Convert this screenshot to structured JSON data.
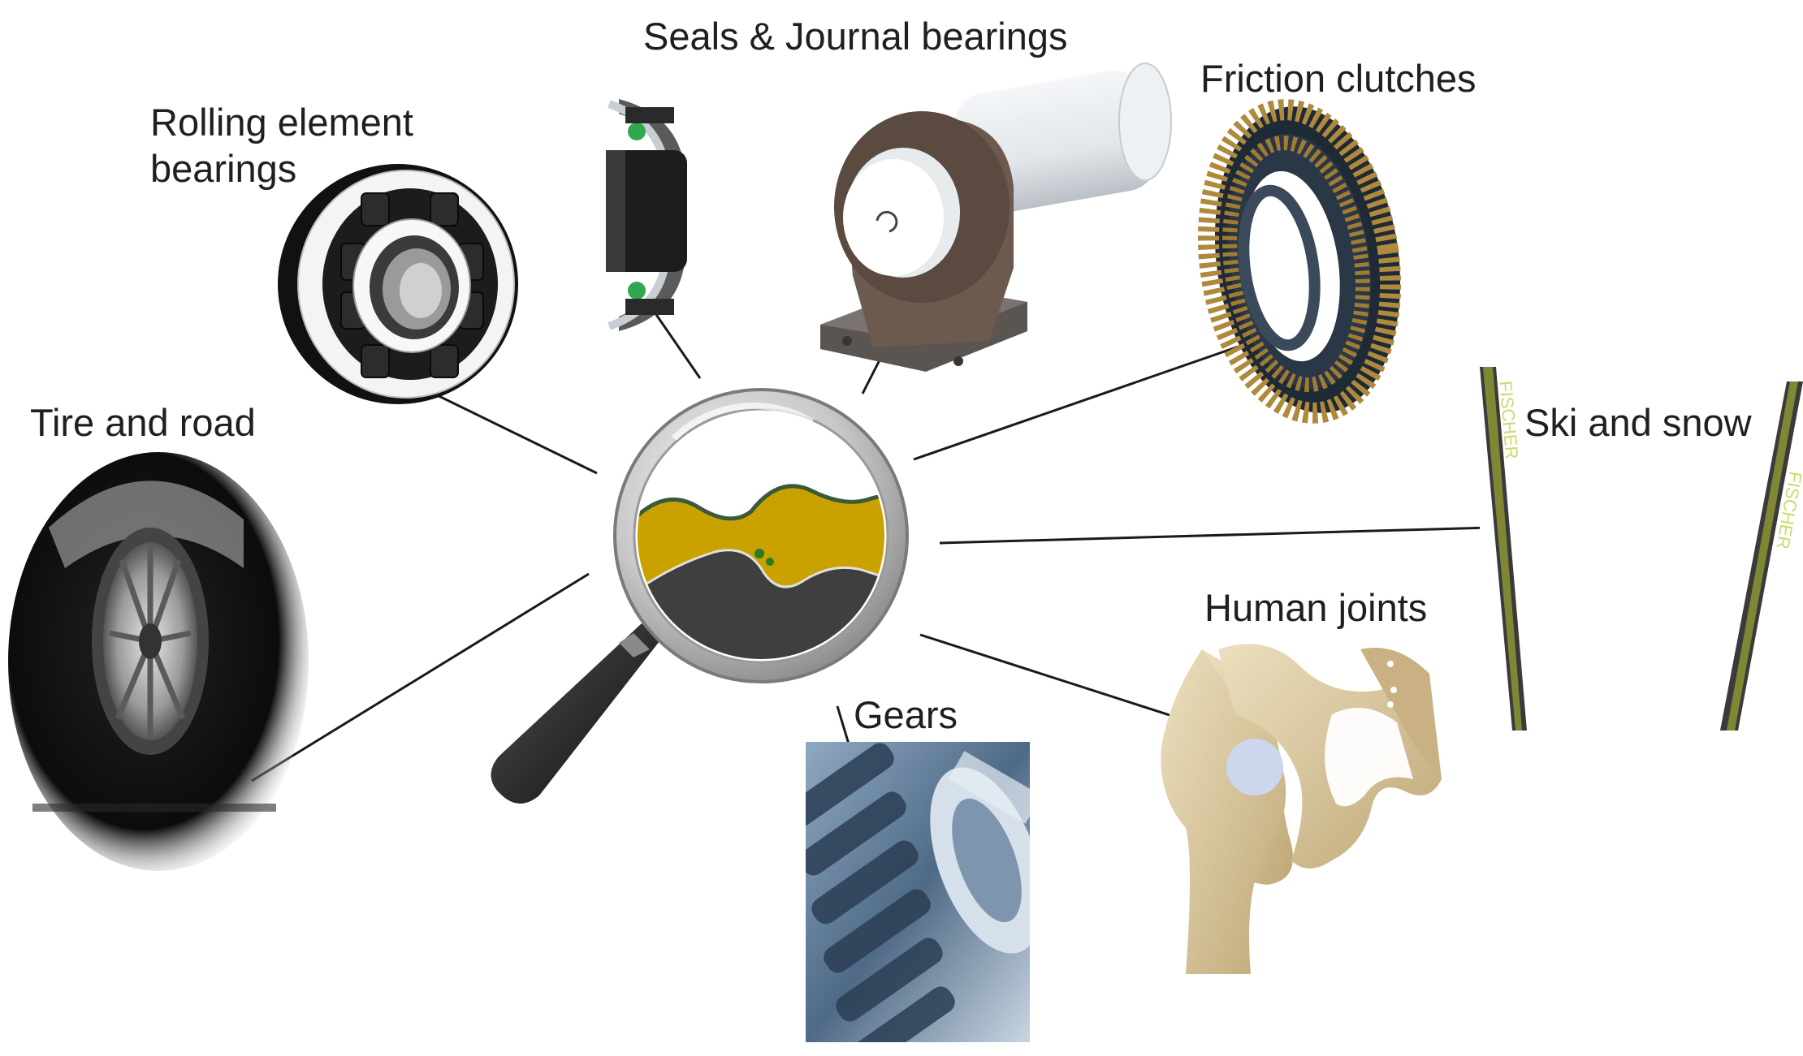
{
  "labels": {
    "seals": "Seals & Journal bearings",
    "rolling_line1": "Rolling element",
    "rolling_line2": "bearings",
    "friction": "Friction clutches",
    "tire": "Tire and road",
    "ski": "Ski and snow",
    "human": "Human joints",
    "gears": "Gears"
  },
  "fischer_text": "FISCHER",
  "colors": {
    "text": "#1f1f1f",
    "connector": "#1a1a1a",
    "lubricant": "#c9a200",
    "surface": "#3f3f3f",
    "bone": "#d8c49a",
    "steel": "#6b8aa8"
  }
}
